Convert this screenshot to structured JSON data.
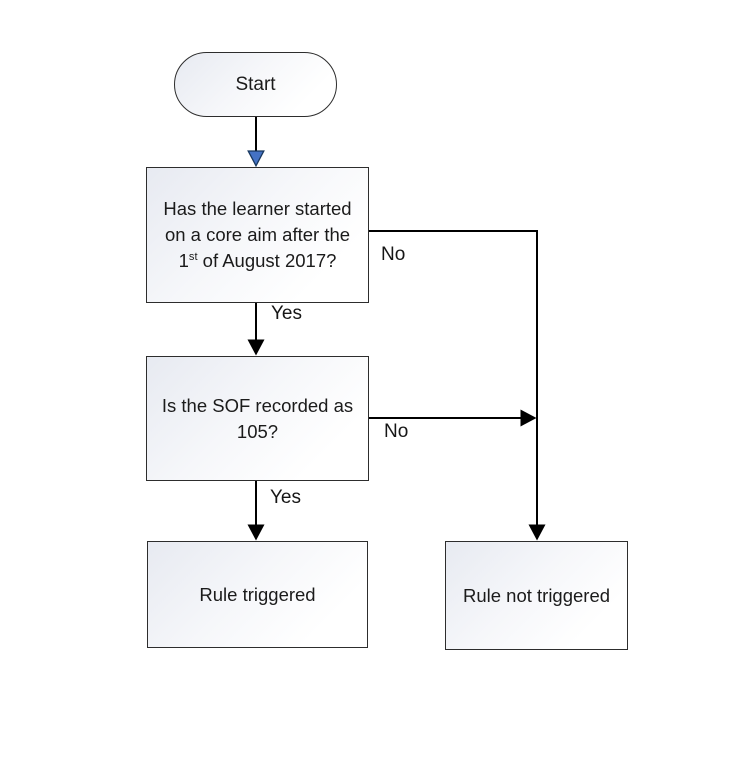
{
  "diagram": {
    "type": "flowchart",
    "background": "#ffffff"
  },
  "nodes": {
    "start": {
      "label": "Start",
      "shape": "terminator"
    },
    "decision1": {
      "shape": "process",
      "text": "Has the learner started on a core aim after the 1st of August 2017?",
      "line1": "Has the learner started",
      "line2": "on a core aim after the",
      "line3_prefix": "1",
      "line3_sup": "st",
      "line3_suffix": " of August 2017?"
    },
    "decision2": {
      "shape": "process",
      "text": "Is the SOF recorded as 105?",
      "line1": "Is the SOF recorded as",
      "line2": "105?"
    },
    "outcome_yes": {
      "label": "Rule triggered",
      "shape": "process"
    },
    "outcome_no": {
      "label": "Rule not triggered",
      "shape": "process"
    }
  },
  "edges": {
    "start_to_decision1": {
      "label": ""
    },
    "decision1_yes": {
      "label": "Yes"
    },
    "decision1_no": {
      "label": "No"
    },
    "decision2_yes": {
      "label": "Yes"
    },
    "decision2_no": {
      "label": "No"
    }
  },
  "icons": {
    "arrowhead_down_blue": "▼",
    "arrowhead_down_black": "▼",
    "arrowhead_right_black": "▶"
  },
  "colors": {
    "line": "#000000",
    "shape_border": "#2d2d2d",
    "shape_fill_start": "#e7eaf1",
    "shape_fill_end": "#ffffff",
    "blue_arrowhead_fill": "#4472c4",
    "blue_arrowhead_stroke": "#17375e",
    "text": "#1b1b1b"
  }
}
